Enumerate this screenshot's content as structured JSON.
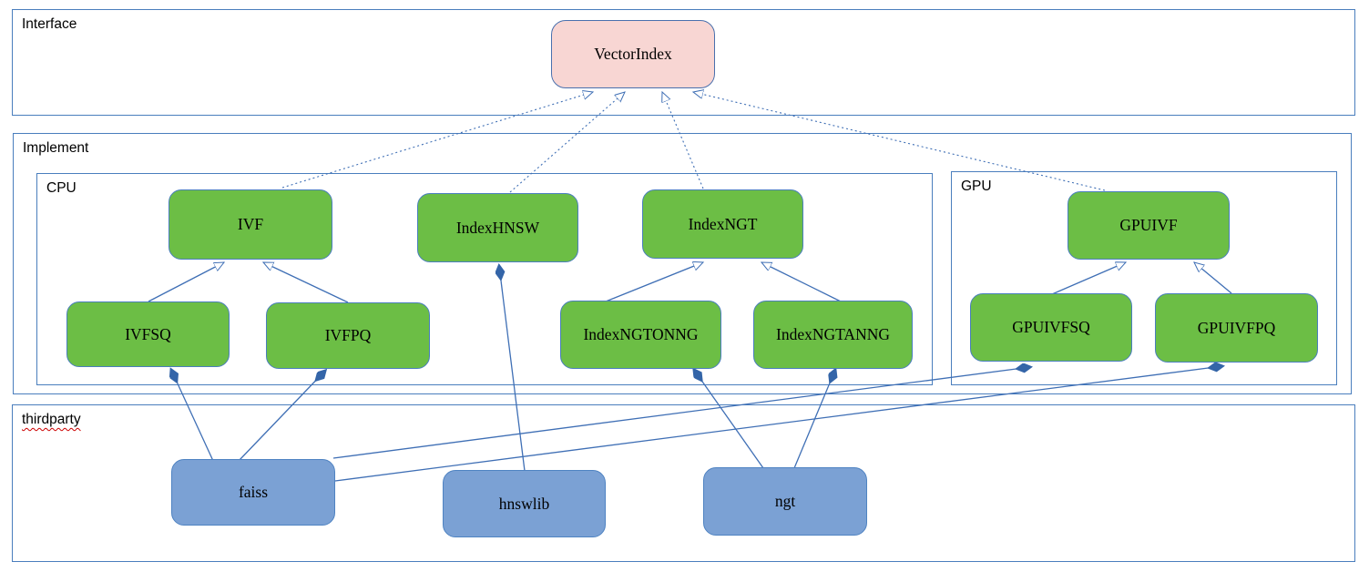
{
  "diagram": {
    "containers": {
      "interface": {
        "label": "Interface"
      },
      "implement": {
        "label": "Implement"
      },
      "cpu": {
        "label": "CPU"
      },
      "gpu": {
        "label": "GPU"
      },
      "thirdparty": {
        "label": "thirdparty"
      }
    },
    "nodes": {
      "vectorindex": {
        "label": "VectorIndex",
        "group": "interface"
      },
      "ivf": {
        "label": "IVF",
        "group": "cpu"
      },
      "indexhnsw": {
        "label": "IndexHNSW",
        "group": "cpu"
      },
      "indexngt": {
        "label": "IndexNGT",
        "group": "cpu"
      },
      "gpuivf": {
        "label": "GPUIVF",
        "group": "gpu"
      },
      "ivfsq": {
        "label": "IVFSQ",
        "group": "cpu"
      },
      "ivfpq": {
        "label": "IVFPQ",
        "group": "cpu"
      },
      "indexngtonng": {
        "label": "IndexNGTONNG",
        "group": "cpu"
      },
      "indexngtanng": {
        "label": "IndexNGTANNG",
        "group": "cpu"
      },
      "gpuivfsq": {
        "label": "GPUIVFSQ",
        "group": "gpu"
      },
      "gpuivfpq": {
        "label": "GPUIVFPQ",
        "group": "gpu"
      },
      "faiss": {
        "label": "faiss",
        "group": "thirdparty"
      },
      "hnswlib": {
        "label": "hnswlib",
        "group": "thirdparty"
      },
      "ngt": {
        "label": "ngt",
        "group": "thirdparty"
      }
    },
    "edges": [
      {
        "from": "ivf",
        "to": "vectorindex",
        "type": "realization-dotted-hollow-arrow"
      },
      {
        "from": "indexhnsw",
        "to": "vectorindex",
        "type": "realization-dotted-hollow-arrow"
      },
      {
        "from": "indexngt",
        "to": "vectorindex",
        "type": "realization-dotted-hollow-arrow"
      },
      {
        "from": "gpuivf",
        "to": "vectorindex",
        "type": "realization-dotted-hollow-arrow"
      },
      {
        "from": "ivfsq",
        "to": "ivf",
        "type": "generalization-hollow-arrow"
      },
      {
        "from": "ivfpq",
        "to": "ivf",
        "type": "generalization-hollow-arrow"
      },
      {
        "from": "indexngtonng",
        "to": "indexngt",
        "type": "generalization-hollow-arrow"
      },
      {
        "from": "indexngtanng",
        "to": "indexngt",
        "type": "generalization-hollow-arrow"
      },
      {
        "from": "gpuivfsq",
        "to": "gpuivf",
        "type": "generalization-hollow-arrow"
      },
      {
        "from": "gpuivfpq",
        "to": "gpuivf",
        "type": "generalization-hollow-arrow"
      },
      {
        "from": "faiss",
        "to": "ivfsq",
        "type": "composition-filled-diamond"
      },
      {
        "from": "faiss",
        "to": "ivfpq",
        "type": "composition-filled-diamond"
      },
      {
        "from": "faiss",
        "to": "gpuivfsq",
        "type": "composition-filled-diamond"
      },
      {
        "from": "faiss",
        "to": "gpuivfpq",
        "type": "composition-filled-diamond"
      },
      {
        "from": "hnswlib",
        "to": "indexhnsw",
        "type": "composition-filled-diamond"
      },
      {
        "from": "ngt",
        "to": "indexngtonng",
        "type": "composition-filled-diamond"
      },
      {
        "from": "ngt",
        "to": "indexngtanng",
        "type": "composition-filled-diamond"
      }
    ],
    "colors": {
      "node_green": "#6CBE45",
      "node_green_border": "#4A7EBD",
      "node_pink": "#F8D6D3",
      "node_pink_border": "#4A70AD",
      "node_blue": "#7BA1D4",
      "node_blue_border": "#4F83C2",
      "container_border": "#4A7EBD",
      "connector_line": "#3F6FB5",
      "spellcheck_squiggle": "#CC0000"
    }
  }
}
